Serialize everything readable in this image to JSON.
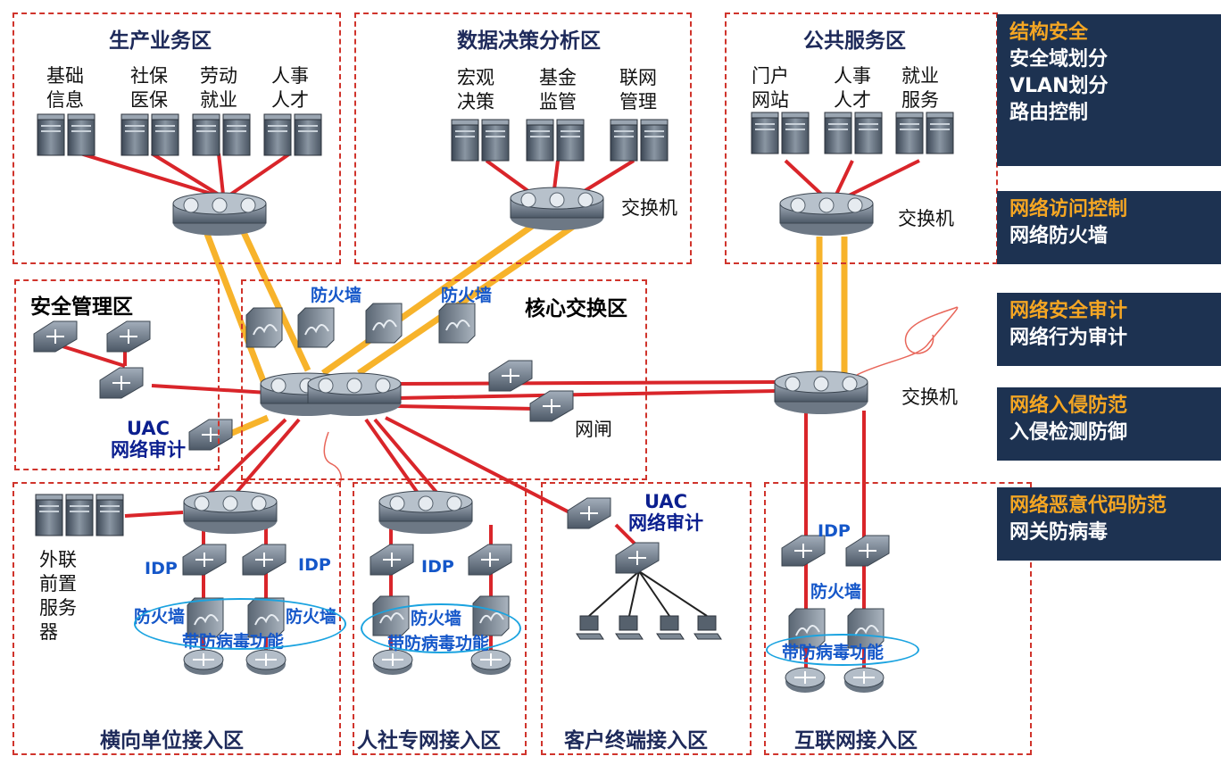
{
  "zones": {
    "production": {
      "title": "生产业务区",
      "servers": [
        [
          "基础",
          "信息"
        ],
        [
          "社保",
          "医保"
        ],
        [
          "劳动",
          "就业"
        ],
        [
          "人事",
          "人才"
        ]
      ]
    },
    "data": {
      "title": "数据决策分析区",
      "servers": [
        [
          "宏观",
          "决策"
        ],
        [
          "基金",
          "监管"
        ],
        [
          "联网",
          "管理"
        ]
      ],
      "switch": "交换机"
    },
    "public": {
      "title": "公共服务区",
      "servers": [
        [
          "门户",
          "网站"
        ],
        [
          "人事",
          "人才"
        ],
        [
          "就业",
          "服务"
        ]
      ],
      "switch": "交换机"
    },
    "security_mgmt": {
      "title": "安全管理区",
      "uac": "UAC",
      "audit": "网络审计"
    },
    "core": {
      "title": "核心交换区",
      "firewall_a": "防火墙",
      "firewall_b": "防火墙",
      "gatekeeper": "网闸"
    },
    "core_right_switch": "交换机",
    "horizontal": {
      "title": "横向单位接入区",
      "external": [
        "外联",
        "前置",
        "服务",
        "器"
      ],
      "idp_a": "IDP",
      "idp_b": "IDP",
      "fw_a": "防火墙",
      "fw_b": "防火墙",
      "av": "带防病毒功能"
    },
    "hrss": {
      "title": "人社专网接入区",
      "idp": "IDP",
      "fw": "防火墙",
      "av": "带防病毒功能"
    },
    "client": {
      "title": "客户终端接入区",
      "uac": "UAC",
      "audit": "网络审计"
    },
    "internet": {
      "title": "互联网接入区",
      "idp": "IDP",
      "fw": "防火墙",
      "av": "带防病毒功能"
    }
  },
  "panels": [
    {
      "heading": "结构安全",
      "lines": [
        "安全域划分",
        "VLAN划分",
        "路由控制"
      ]
    },
    {
      "heading": "网络访问控制",
      "lines": [
        "网络防火墙"
      ]
    },
    {
      "heading": "网络安全审计",
      "lines": [
        "网络行为审计"
      ]
    },
    {
      "heading": "网络入侵防范",
      "lines": [
        "入侵检测防御"
      ]
    },
    {
      "heading": "网络恶意代码防范",
      "lines": [
        "网关防病毒"
      ]
    }
  ],
  "colors": {
    "zone_border": "#d0342c",
    "link_red": "#d9252a",
    "link_orange": "#f7b32b",
    "panel_bg": "#1d3251",
    "panel_heading": "#f5a623",
    "label_blue": "#1557c9",
    "ellipse": "#1aa3e0"
  }
}
